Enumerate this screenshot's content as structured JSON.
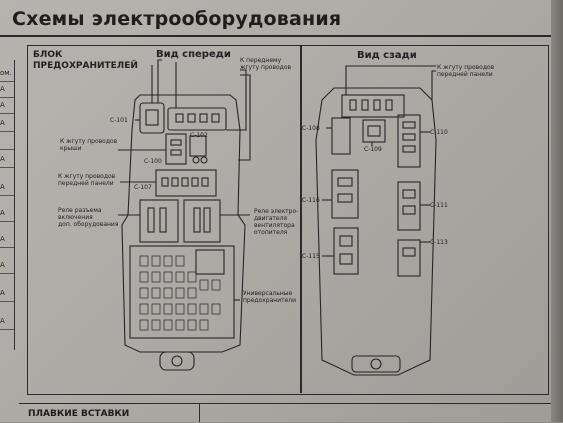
{
  "header": {
    "title": "Схемы электрооборудования"
  },
  "left_table": {
    "cells": [
      "ом.",
      "А",
      "А",
      "А",
      "",
      "А",
      "А",
      "А",
      "А",
      "А",
      "А",
      "А"
    ]
  },
  "left_diagram": {
    "block_title_1": "БЛОК",
    "block_title_2": "ПРЕДОХРАНИТЕЛЕЙ",
    "view_title": "Вид спереди",
    "harness_front": "К переднему\nжгуту проводов",
    "harness_roof": "К жгуту проводов\nкрыши",
    "harness_panel": "К жгуту проводов\nпередней панели",
    "relay_accessory": "Реле разъема\nвключения\nдоп. оборудования",
    "relay_fan": "Реле электро-\nдвигателя\nвентилятора\nотопителя",
    "universal_fuses": "Универсальные\nпредохранители",
    "connectors": {
      "c101": "C-101",
      "c102": "C-102",
      "c100": "C-100",
      "c107": "C-107"
    }
  },
  "right_diagram": {
    "view_title": "Вид сзади",
    "harness_panel": "К жгуту проводов\nпередней панели",
    "connectors": {
      "c108": "C-108",
      "c109": "C-109",
      "c110": "C-110",
      "c116": "C-116",
      "c111": "C-111",
      "c115": "C-115",
      "c113": "C-113"
    }
  },
  "footer": {
    "section_title": "ПЛАВКИЕ ВСТАВКИ"
  }
}
